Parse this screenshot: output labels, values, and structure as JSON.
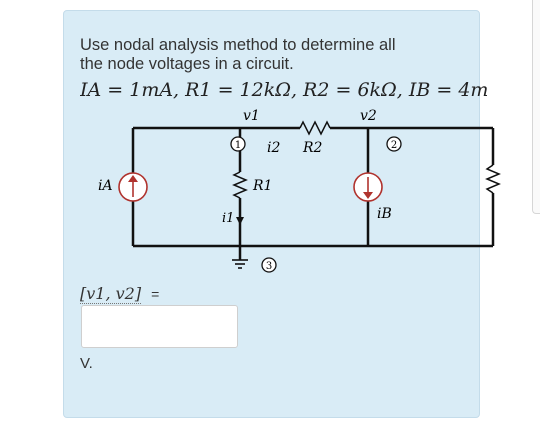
{
  "question": {
    "line1": "Use nodal analysis method to determine all",
    "line2": "the node voltages in a circuit.",
    "formula": "IA = 1mA, R1 = 12kΩ, R2 = 6kΩ, IB = 4m"
  },
  "circuit": {
    "v1": "v1",
    "v2": "v2",
    "i2": "i2",
    "R2": "R2",
    "R1": "R1",
    "i1": "i1",
    "iA": "iA",
    "iB": "iB",
    "node1": "1",
    "node2": "2",
    "node3": "3"
  },
  "answer": {
    "label": "[v1, v2]",
    "equals": "=",
    "value": "",
    "placeholder": "",
    "unit": "V."
  }
}
